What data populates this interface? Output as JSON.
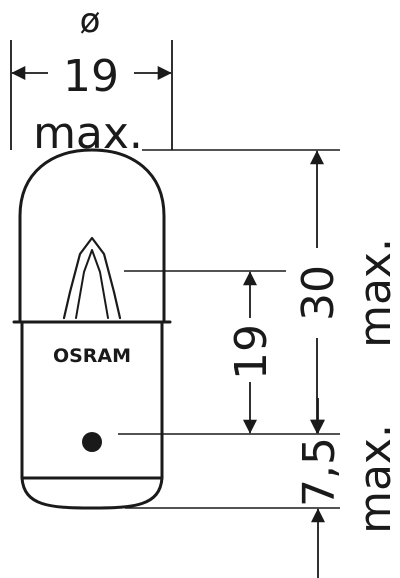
{
  "diagram": {
    "diameter_symbol": "ø",
    "diameter_value": "19",
    "diameter_qualifier": "max.",
    "overall_height_value": "30",
    "overall_height_qualifier": "max.",
    "filament_height_value": "19",
    "pin_height_value": "7,5",
    "pin_height_qualifier": "max.",
    "brand": "OSRAM"
  },
  "colors": {
    "line": "#1a1a1a",
    "background": "#ffffff"
  }
}
